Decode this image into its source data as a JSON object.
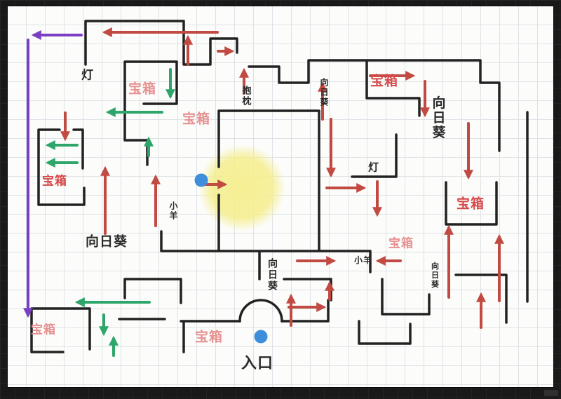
{
  "colors": {
    "frame": "#191919",
    "frame_grid": "#242424",
    "paper": "#fcfcfa",
    "grid": "#dfe3e7",
    "wall": "#222222",
    "arrow_red": "#c14a42",
    "arrow_green": "#2ea56a",
    "arrow_purple": "#7b3fc4",
    "glow_yellow": "#f5ee8e",
    "marker_blue": "#3f8edb",
    "label_red": "#d64a4a",
    "label_pink": "#e79191",
    "label_black": "#2b2b2b"
  },
  "map": {
    "labels": [
      {
        "text": "灯"
      },
      {
        "text": "宝箱"
      },
      {
        "text": "宝箱"
      },
      {
        "text": "抱枕"
      },
      {
        "text": "向日葵"
      },
      {
        "text": "宝箱"
      },
      {
        "text": "向日葵"
      },
      {
        "text": "宝箱"
      },
      {
        "text": "灯"
      },
      {
        "text": "宝箱"
      },
      {
        "text": "小羊"
      },
      {
        "text": "向日葵"
      },
      {
        "text": "宝箱"
      },
      {
        "text": "小羊"
      },
      {
        "text": "向日葵"
      },
      {
        "text": "向日葵"
      },
      {
        "text": "宝箱"
      },
      {
        "text": "宝箱"
      },
      {
        "text": "入口"
      }
    ]
  }
}
